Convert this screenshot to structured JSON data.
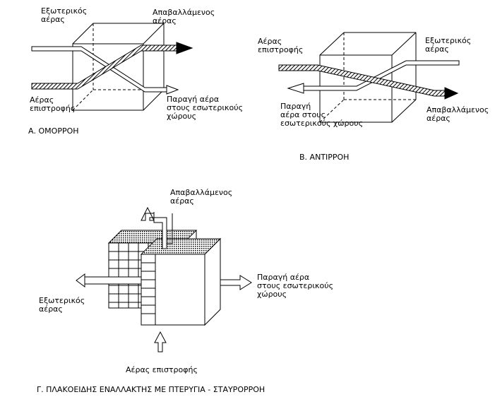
{
  "diagram_a": {
    "outside_air": [
      "Εξωτερικός",
      "αέρας"
    ],
    "exhaust_air": [
      "Απαβαλλάμενος",
      "αέρας"
    ],
    "return_air": [
      "Αέρας",
      "επιστροφής"
    ],
    "supply_air": [
      "Παραγή αέρα",
      "στους εσωτερικούς",
      "χώρους"
    ],
    "caption": "Α. ΟΜΟΡΡΟΗ"
  },
  "diagram_b": {
    "return_air": [
      "Αέρας",
      "επιστροφής"
    ],
    "outside_air": [
      "Εξωτερικός",
      "αέρας"
    ],
    "supply_air": [
      "Παραγή",
      "αέρα στους",
      "εσωτερικούς χώρους"
    ],
    "exhaust_air": [
      "Απαβαλλάμενος",
      "αέρας"
    ],
    "caption": "Β. ΑΝΤΙΡΡΟΗ"
  },
  "diagram_c": {
    "exhaust_air": [
      "Απαβαλλάμενος",
      "αέρας"
    ],
    "supply_air": [
      "Παραγή αέρα",
      "στους εσωτερικούς",
      "χώρους"
    ],
    "outside_air": [
      "Εξωτερικός",
      "αέρας"
    ],
    "return_air": "Αέρας επιστροφής",
    "caption": "Γ. ΠΛΑΚΟΕΙΔΗΣ ΕΝΑΛΛΑΚΤΗΣ ΜΕ ΠΤΕΡΥΓΙΑ - ΣΤΑΥΡΟΡΡΟΗ"
  }
}
